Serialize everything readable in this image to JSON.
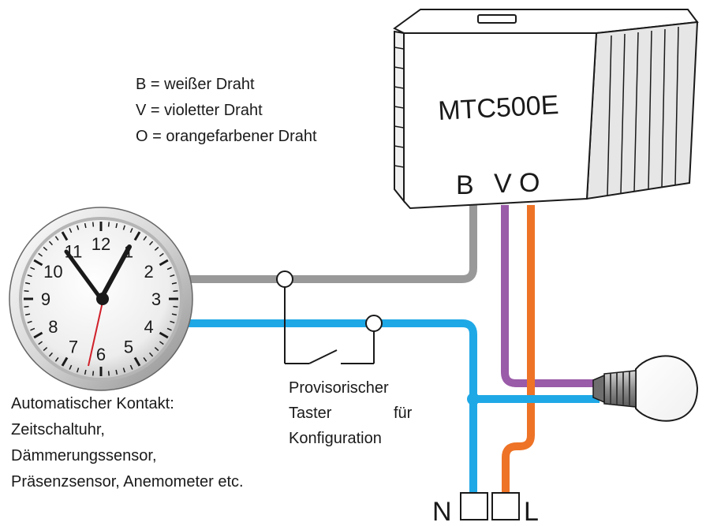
{
  "legend": [
    "B = weißer Draht",
    "V = violetter Draht",
    "O = orangefarbener Draht"
  ],
  "device": {
    "model": "MTC500E",
    "terminals": [
      "B",
      "V",
      "O"
    ]
  },
  "automatic_contact": {
    "lines": [
      "Automatischer Kontakt:",
      "Zeitschaltuhr,",
      "Dämmerungssensor,",
      "Präsenzsensor, Anemometer etc."
    ]
  },
  "push_button": {
    "line1": "Provisorischer",
    "line2_left": "Taster",
    "line2_right": "für",
    "line3": "Konfiguration"
  },
  "clock_numbers": [
    "12",
    "1",
    "2",
    "3",
    "4",
    "5",
    "6",
    "7",
    "8",
    "9",
    "10",
    "11"
  ],
  "supply_terminals": {
    "neutral": "N",
    "live": "L"
  },
  "colors": {
    "white_wire": "#999999",
    "violet_wire": "#9a5ba8",
    "orange_wire": "#ee7326",
    "neutral_wire": "#1fa8e6"
  }
}
